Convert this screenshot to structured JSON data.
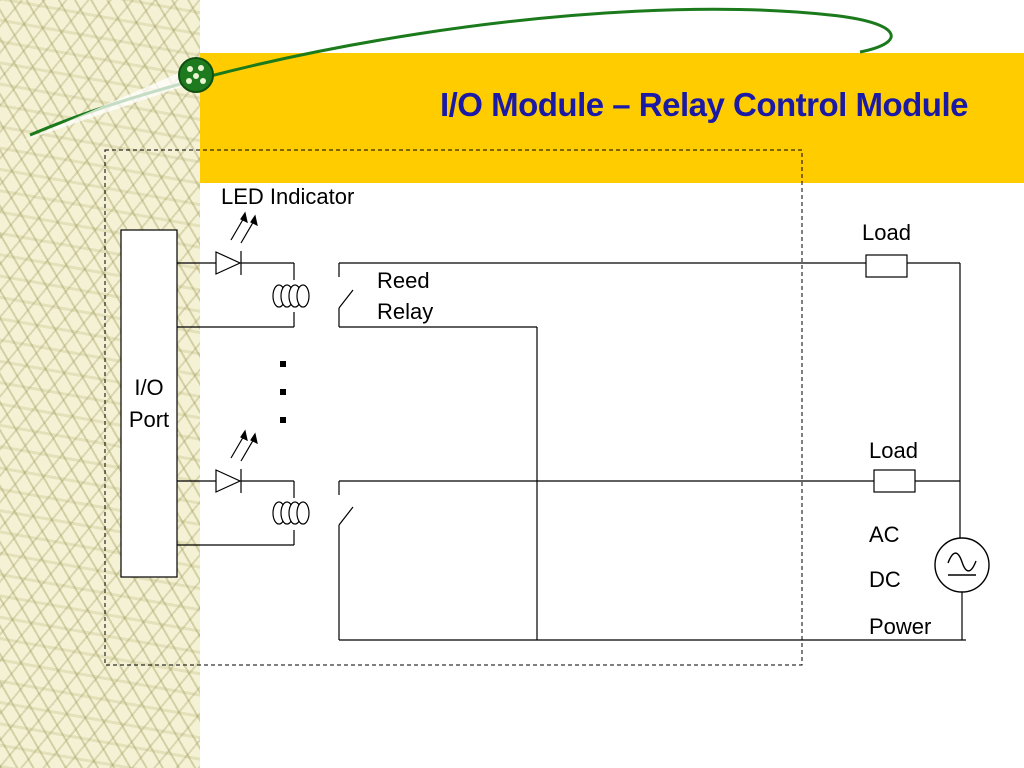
{
  "slide": {
    "title": "I/O Module – Relay Control Module"
  },
  "diagram": {
    "port_label_line1": "I/O",
    "port_label_line2": "Port",
    "led_label": "LED Indicator",
    "relay_label_line1": "Reed",
    "relay_label_line2": "Relay",
    "load_label_1": "Load",
    "load_label_2": "Load",
    "power_label_line1": "AC",
    "power_label_line2": "DC",
    "power_label_line3": "Power"
  },
  "colors": {
    "title_bar": "#ffcc00",
    "title_text": "#1a1aa6",
    "arc_line": "#1b7a1b",
    "pattern_bg": "#f4f1d4"
  }
}
